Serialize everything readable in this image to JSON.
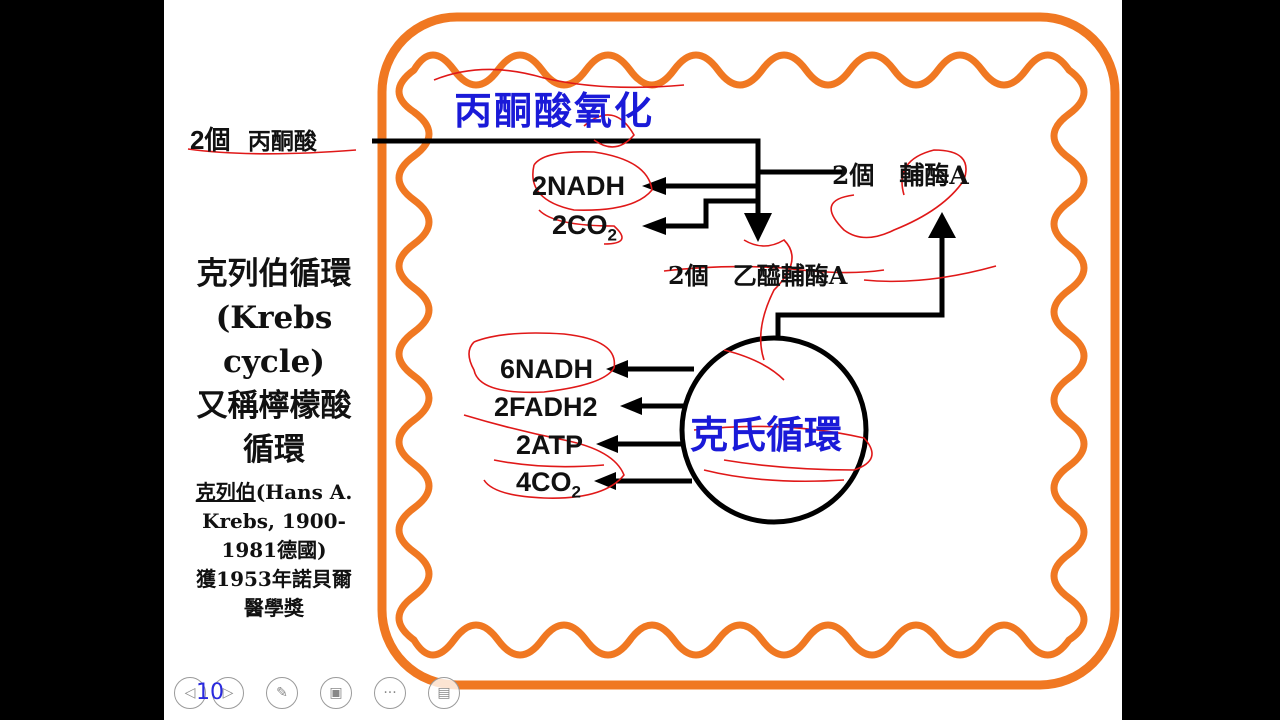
{
  "slide": {
    "left_panel": {
      "title_line1": "克列伯循環",
      "title_line2": "(Krebs",
      "title_line3": "cycle)",
      "title_line4": "又稱檸檬酸",
      "title_line5": "循環",
      "note_name_cn": "克列伯",
      "note_name_en": "(Hans A.",
      "note_line2": "Krebs, 1900-",
      "note_line3": "1981德國)",
      "note_line4": "獲1953年諾貝爾",
      "note_line5": "醫學獎"
    },
    "diagram": {
      "section_title": "丙酮酸氧化",
      "input_count": "2個",
      "input_name": "丙酮酸",
      "coa_label": "2個　輔酶A",
      "out_nadh": "2NADH",
      "out_co2": "2CO",
      "out_co2_sub": "2",
      "acetyl_label": "2個　乙醯輔酶A",
      "cycle_label": "克氏循環",
      "cycle_nadh": "6NADH",
      "cycle_fadh": "2FADH2",
      "cycle_atp": "2ATP",
      "cycle_co2": "4CO",
      "cycle_co2_sub": "2"
    },
    "page_number": "10",
    "toolbar": {
      "prev_icon": "chevron-left-icon",
      "next_icon": "chevron-right-icon",
      "pen_icon": "pen-icon",
      "pointer_icon": "pointer-icon",
      "more_icon": "more-icon",
      "screen_icon": "screen-icon"
    },
    "colors": {
      "cell_membrane": "#f07822",
      "arrows": "#000000",
      "title_blue": "#1a1ad8",
      "annotation_red": "#e01818"
    }
  }
}
